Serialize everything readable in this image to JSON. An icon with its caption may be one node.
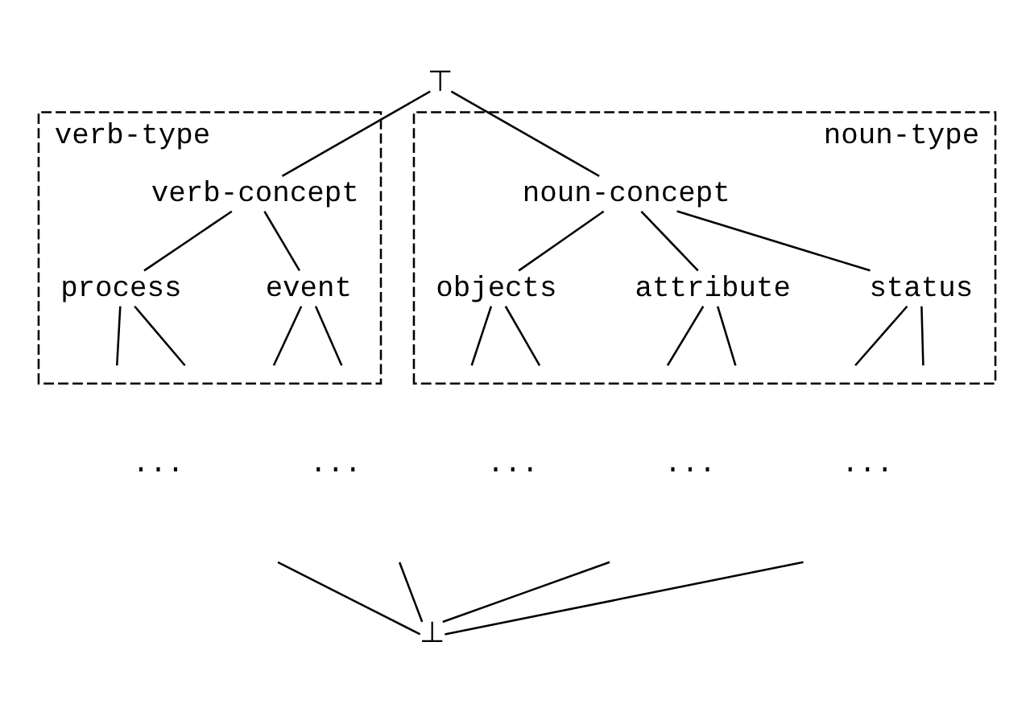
{
  "diagram": {
    "nodes": [
      {
        "text": [
          "⊤"
        ]
      },
      {
        "text": [
          "verb-type"
        ]
      },
      {
        "text": [
          "verb-concept"
        ],
        "in": 1
      },
      {
        "text": [
          "process"
        ],
        "in": 1
      },
      {
        "text": [
          "event"
        ],
        "in": 1
      },
      {
        "text": [
          "noun-type"
        ]
      },
      {
        "text": [
          "noun-concept"
        ],
        "in": 5
      },
      {
        "text": [
          "objects"
        ],
        "in": 5
      },
      {
        "text": [
          "attribute"
        ],
        "in": 5
      },
      {
        "text": [
          "status"
        ],
        "in": 5
      },
      {
        "text": [
          "⊥"
        ]
      }
    ],
    "edges": [
      {
        "from": 0,
        "to": 2,
        "arrow": "none"
      },
      {
        "from": 0,
        "to": 6,
        "arrow": "none"
      },
      {
        "from": 2,
        "to": 3,
        "arrow": "none"
      },
      {
        "from": 2,
        "to": 4,
        "arrow": "none"
      },
      {
        "from": 6,
        "to": 7,
        "arrow": "none"
      },
      {
        "from": 6,
        "to": 8,
        "arrow": "none"
      },
      {
        "from": 6,
        "to": 9,
        "arrow": "none"
      },
      {
        "from": 3,
        "to": null,
        "arrow": "none"
      },
      {
        "from": 3,
        "to": null,
        "arrow": "none"
      },
      {
        "from": 4,
        "to": null,
        "arrow": "none"
      },
      {
        "from": 4,
        "to": null,
        "arrow": "none"
      },
      {
        "from": 7,
        "to": null,
        "arrow": "none"
      },
      {
        "from": 7,
        "to": null,
        "arrow": "none"
      },
      {
        "from": 8,
        "to": null,
        "arrow": "none"
      },
      {
        "from": 8,
        "to": null,
        "arrow": "none"
      },
      {
        "from": 9,
        "to": null,
        "arrow": "none"
      },
      {
        "from": 9,
        "to": null,
        "arrow": "none"
      },
      {
        "from": null,
        "to": 10,
        "arrow": "none"
      },
      {
        "from": null,
        "to": 10,
        "arrow": "none"
      },
      {
        "from": null,
        "to": 10,
        "arrow": "none"
      },
      {
        "from": null,
        "to": 10,
        "arrow": "none"
      }
    ],
    "labels": [
      "...",
      "...",
      "...",
      "...",
      "..."
    ]
  }
}
